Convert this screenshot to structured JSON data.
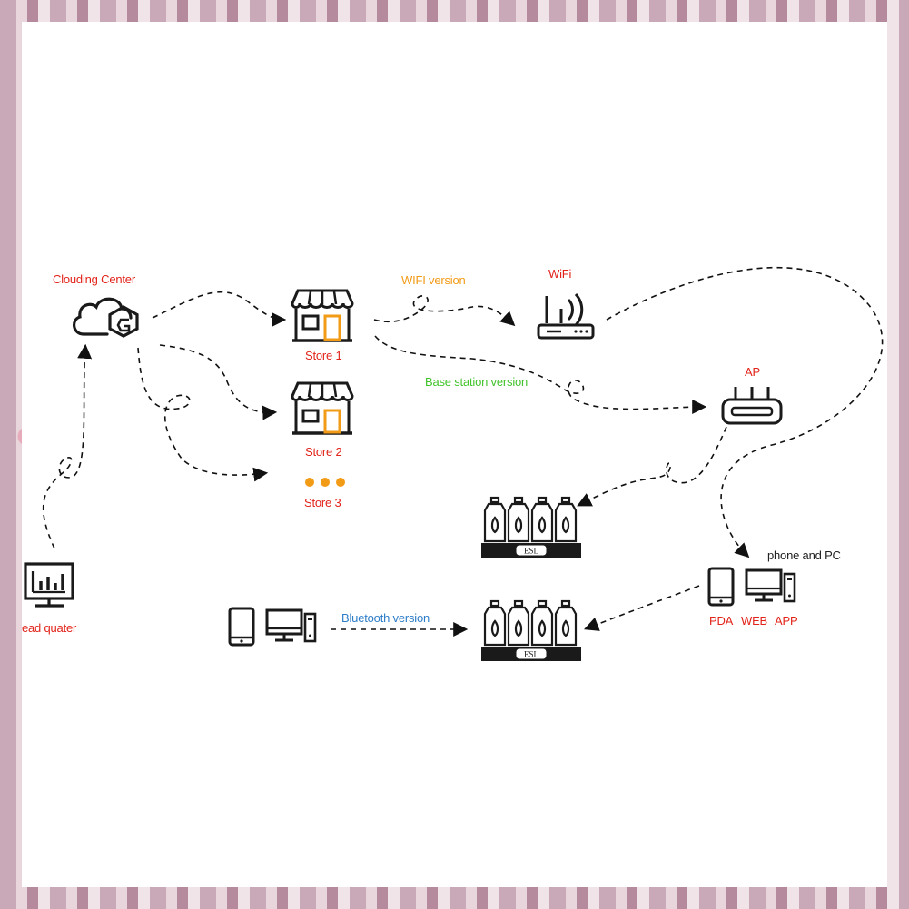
{
  "labels": {
    "clouding_center": "Clouding Center",
    "store1": "Store 1",
    "store2": "Store 2",
    "store3": "Store 3",
    "head_quarter": "ead quater",
    "wifi_version": "WIFI version",
    "wifi": "WiFi",
    "base_station_version": "Base station version",
    "ap": "AP",
    "phone_and_pc": "phone and PC",
    "pda": "PDA",
    "web": "WEB",
    "app": "APP",
    "bluetooth_version": "Bluetooth version",
    "esl": "ESL"
  },
  "colors": {
    "red": "#e2231a",
    "orange": "#f29b17",
    "green": "#41c32b",
    "blue": "#2e7dc8",
    "icon": "#1a1a1a"
  },
  "icons": [
    "cloud-icon",
    "store-icon",
    "monitor-chart-icon",
    "router-icon",
    "access-point-icon",
    "esl-tag-shelf-icon",
    "tablet-icon",
    "desktop-pc-icon"
  ]
}
